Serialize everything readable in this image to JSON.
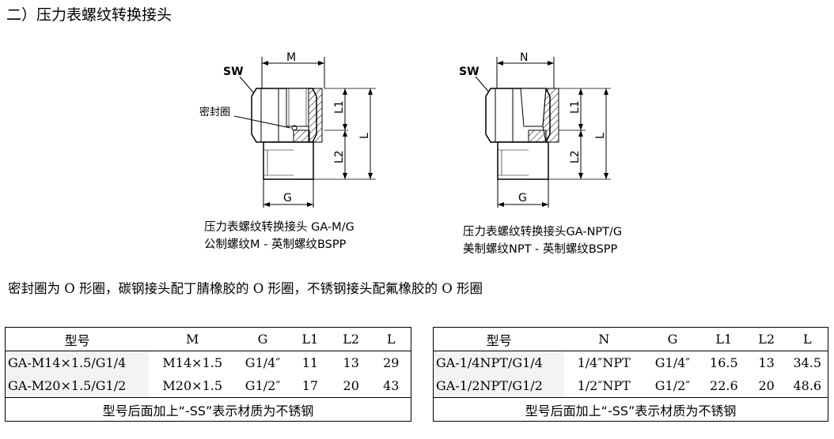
{
  "section_title": "二）压力表螺纹转换接头",
  "drawing_left": {
    "labels": {
      "sw": "SW",
      "m": "M",
      "seal": "密封圈",
      "l1": "L1",
      "l2": "L2",
      "l": "L",
      "g": "G"
    },
    "caption_line1": "压力表螺纹转换接头 GA-M/G",
    "caption_line2": "公制螺纹M - 英制螺纹BSPP"
  },
  "drawing_right": {
    "labels": {
      "sw": "SW",
      "n": "N",
      "l1": "L1",
      "l2": "L2",
      "l": "L",
      "g": "G"
    },
    "caption_line1": "压力表螺纹转换接头GA-NPT/G",
    "caption_line2": "美制螺纹NPT - 英制螺纹BSPP"
  },
  "seal_note": "密封圈为 O 形圈，碳钢接头配丁腈橡胶的 O 形圈，不锈钢接头配氟橡胶的 O 形圈",
  "table_left": {
    "headers": [
      "型号",
      "M",
      "G",
      "L1",
      "L2",
      "L"
    ],
    "rows": [
      [
        "GA-M14×1.5/G1/4",
        "M14×1.5",
        "G1/4″",
        "11",
        "13",
        "29"
      ],
      [
        "GA-M20×1.5/G1/2",
        "M20×1.5",
        "G1/2″",
        "17",
        "20",
        "43"
      ]
    ],
    "footer": "型号后面加上“-SS”表示材质为不锈钢"
  },
  "table_right": {
    "headers": [
      "型号",
      "N",
      "G",
      "L1",
      "L2",
      "L"
    ],
    "rows": [
      [
        "GA-1/4NPT/G1/4",
        "1/4″NPT",
        "G1/4″",
        "16.5",
        "13",
        "34.5"
      ],
      [
        "GA-1/2NPT/G1/2",
        "1/2″NPT",
        "G1/2″",
        "22.6",
        "20",
        "48.6"
      ]
    ],
    "footer": "型号后面加上“-SS”表示材质为不锈钢"
  }
}
